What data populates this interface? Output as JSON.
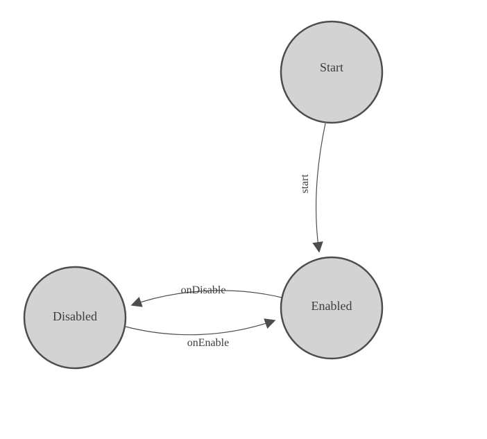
{
  "diagram": {
    "type": "state-machine",
    "colors": {
      "background": "#ffffff",
      "node_fill": "#d3d3d3",
      "node_stroke": "#4d4d4d",
      "edge_stroke": "#4d4d4d",
      "text": "#3d3d3d"
    },
    "nodes": [
      {
        "id": "start",
        "label": "Start"
      },
      {
        "id": "enabled",
        "label": "Enabled"
      },
      {
        "id": "disabled",
        "label": "Disabled"
      }
    ],
    "edges": [
      {
        "from": "start",
        "to": "enabled",
        "label": "start"
      },
      {
        "from": "enabled",
        "to": "disabled",
        "label": "onDisable"
      },
      {
        "from": "disabled",
        "to": "enabled",
        "label": "onEnable"
      }
    ]
  }
}
